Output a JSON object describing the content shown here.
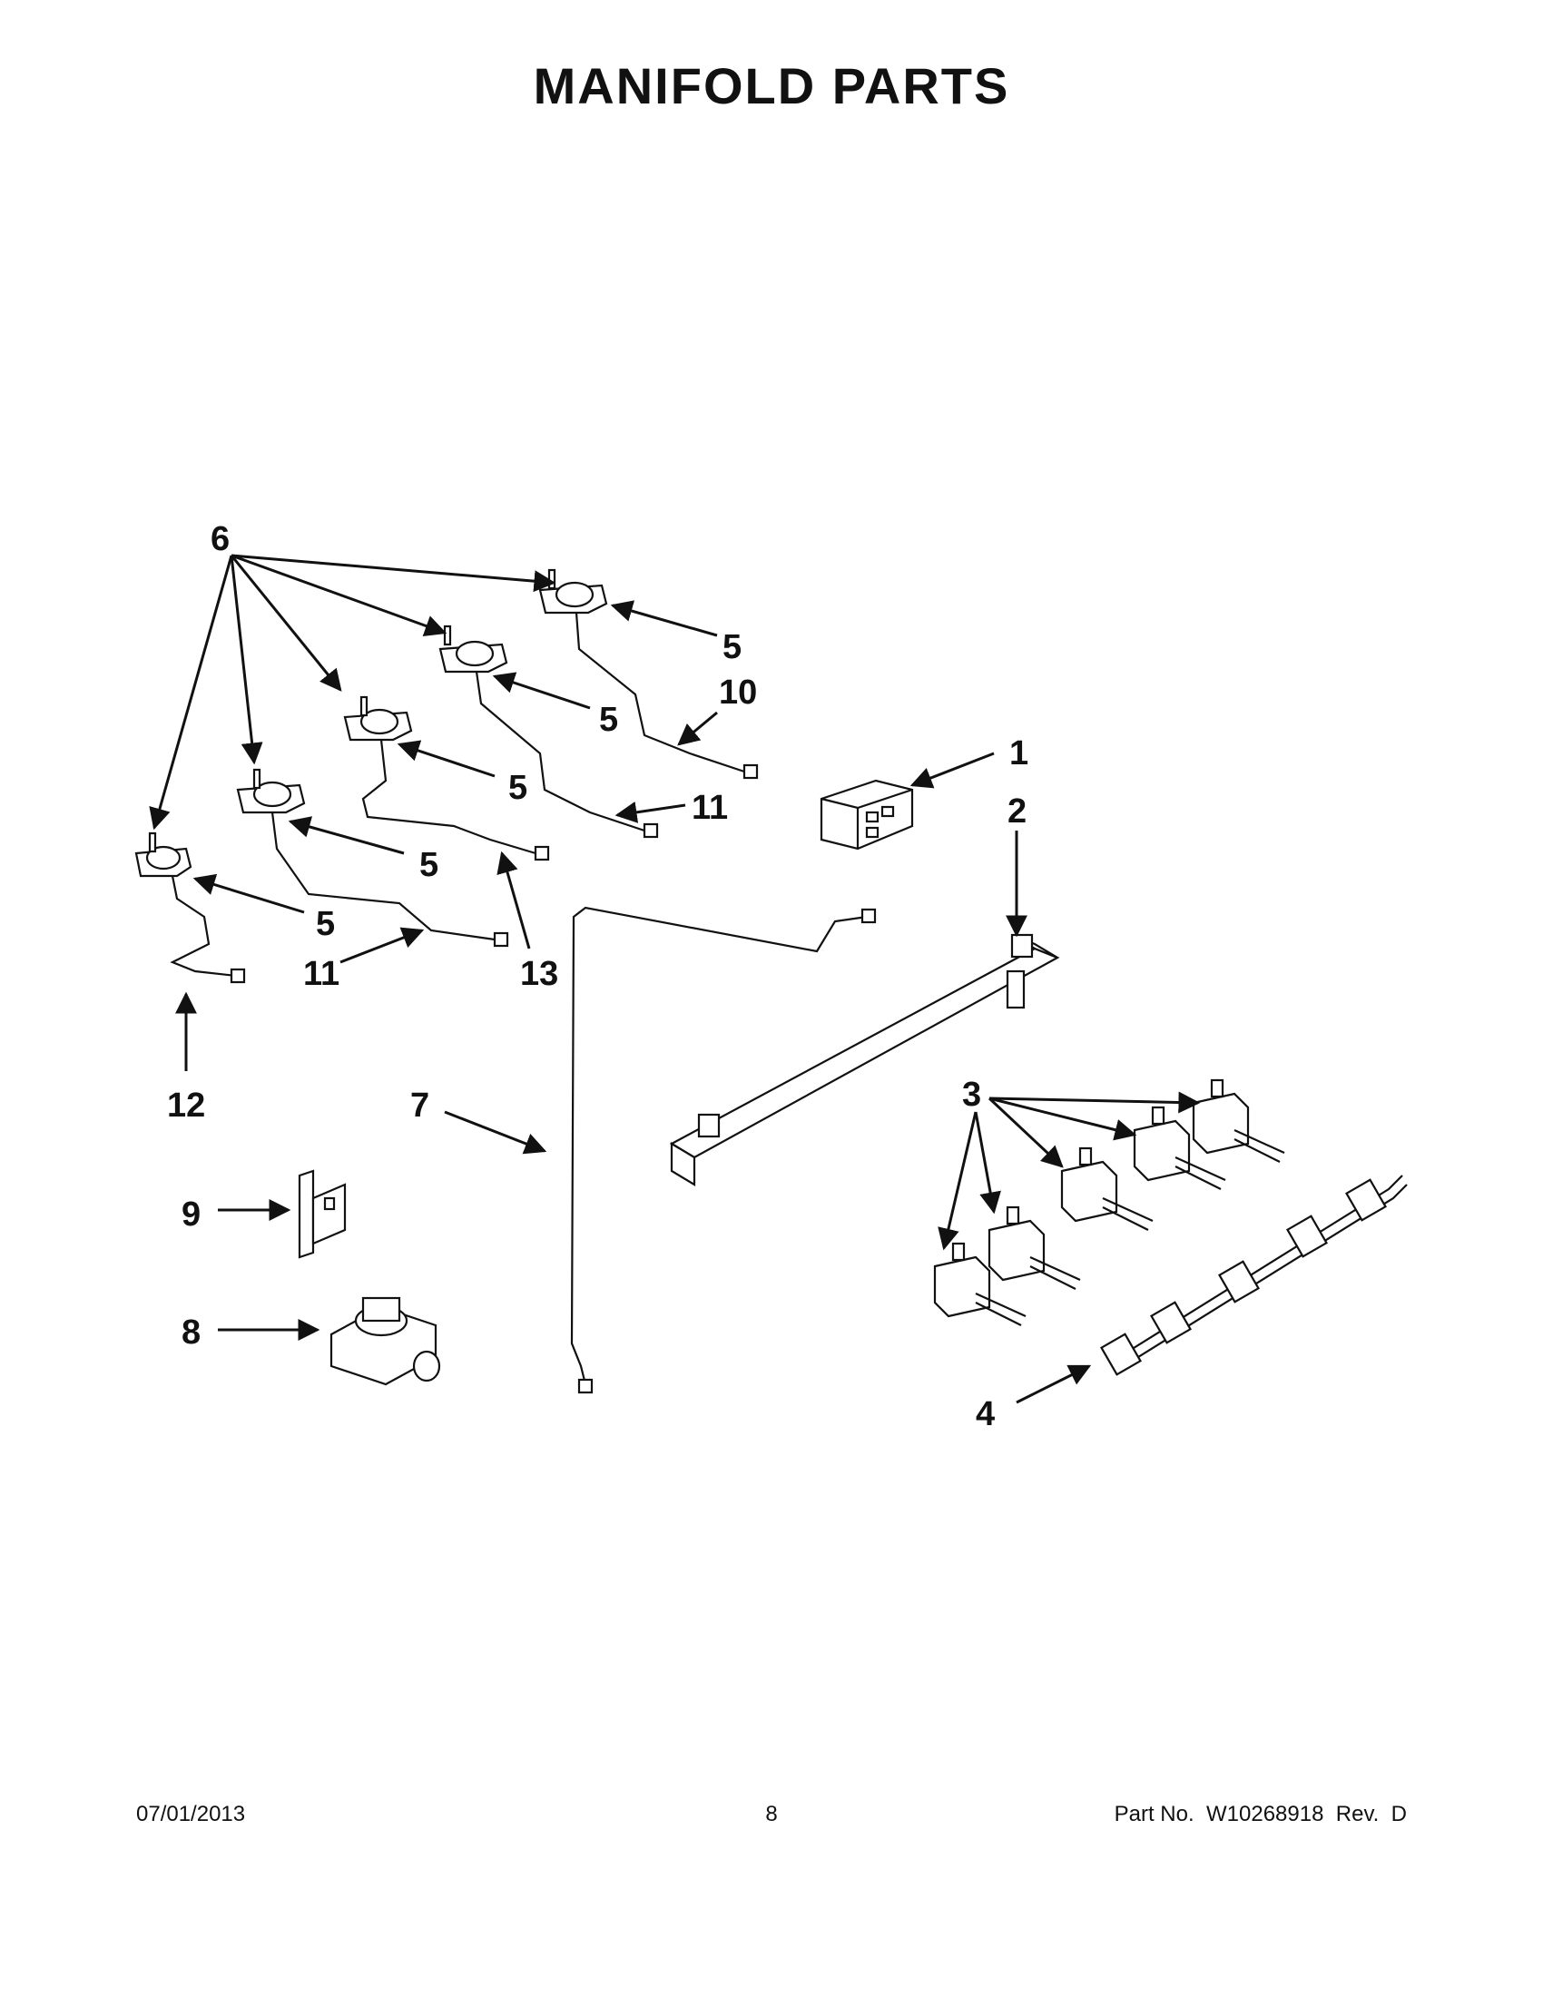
{
  "title": "MANIFOLD PARTS",
  "callouts": [
    "1",
    "2",
    "3",
    "4",
    "5",
    "6",
    "7",
    "8",
    "9",
    "10",
    "11",
    "12",
    "13"
  ],
  "footer": {
    "date": "07/01/2013",
    "page": "8",
    "part_no": "Part No.  W10268918  Rev.  D"
  }
}
